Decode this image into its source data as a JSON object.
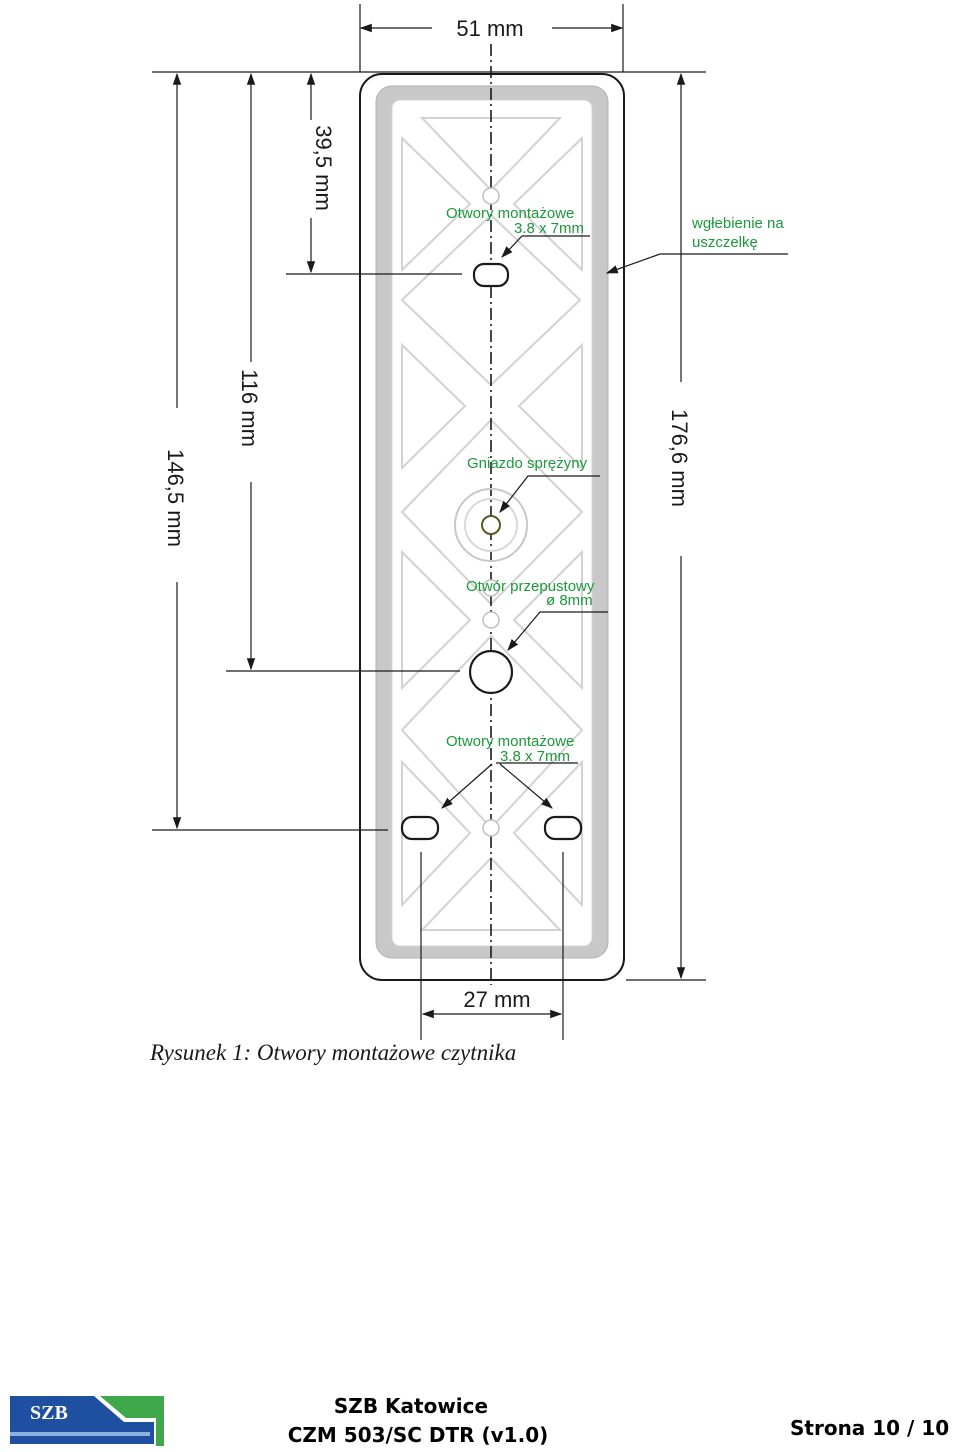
{
  "figure": {
    "dimensions": {
      "width_top": "51 mm",
      "hole_spacing_bottom": "27 mm",
      "height_total": "176,6 mm",
      "dim_39": "39,5 mm",
      "dim_116": "116 mm",
      "dim_146": "146,5 mm"
    },
    "labels": {
      "mount_top_1": "Otwory montażowe",
      "mount_top_2": "3.8 x 7mm",
      "gasket_1": "wgłebienie na",
      "gasket_2": "uszczelkę",
      "spring": "Gniazdo sprężyny",
      "passage_1": "Otwór przepustowy",
      "passage_2": "ø 8mm",
      "mount_bottom_1": "Otwory montażowe",
      "mount_bottom_2": "3.8 x 7mm"
    },
    "caption": "Rysunek 1: Otwory montażowe czytnika"
  },
  "footer": {
    "logo_text": "SZB",
    "company": "SZB Katowice",
    "doc": "CZM 503/SC DTR (v1.0)",
    "page": "Strona 10 / 10"
  },
  "colors": {
    "annotation": "#1a9a3a",
    "logo_blue": "#1f4fa0",
    "logo_green": "#3ea84a"
  }
}
